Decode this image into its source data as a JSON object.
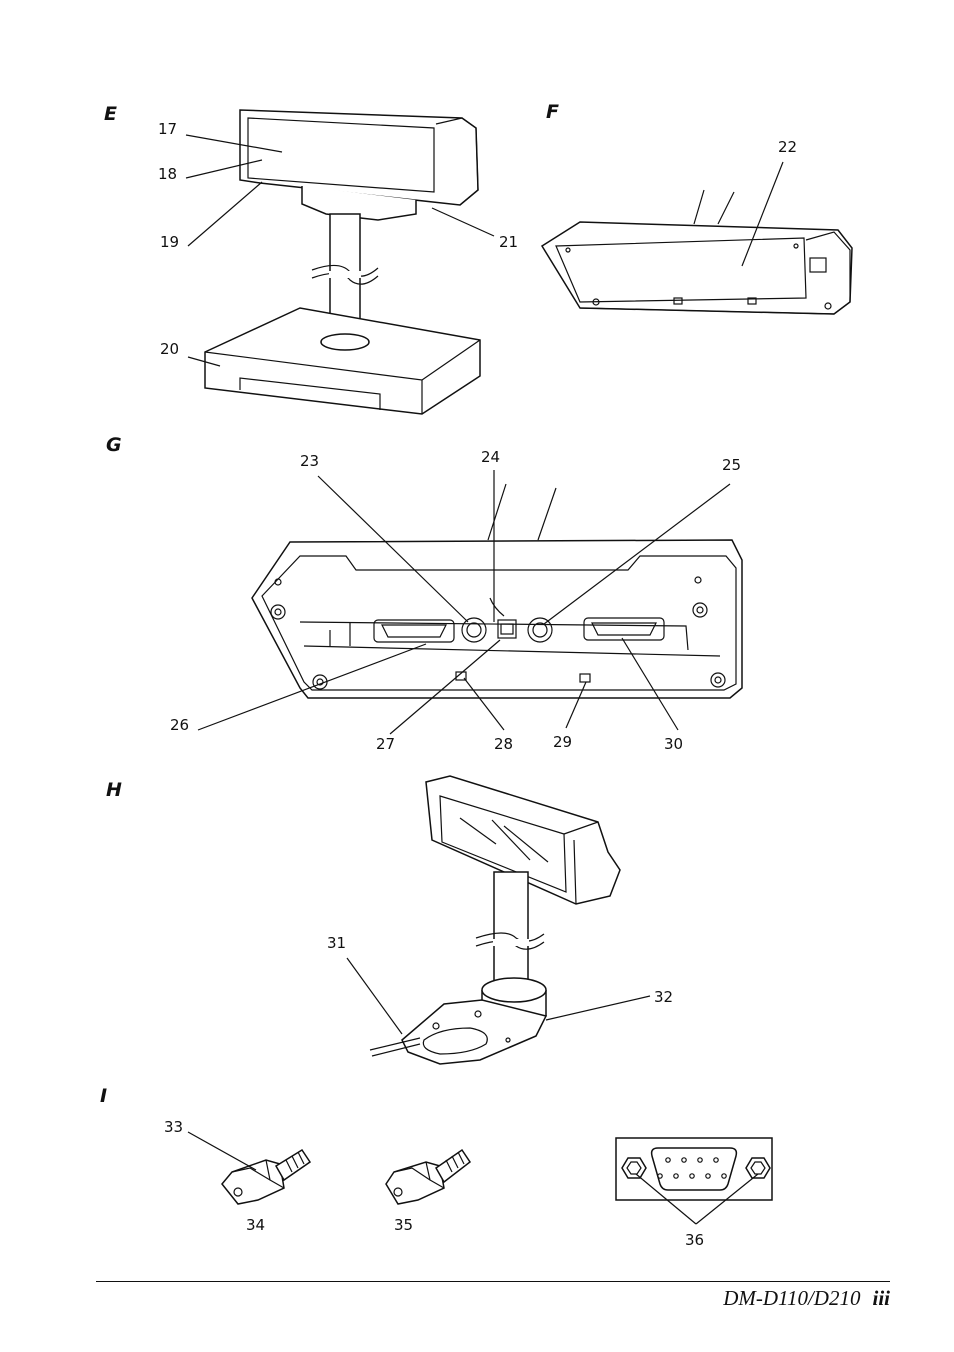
{
  "sections": {
    "E": "E",
    "F": "F",
    "G": "G",
    "H": "H",
    "I": "I"
  },
  "callouts": {
    "c17": "17",
    "c18": "18",
    "c19": "19",
    "c20": "20",
    "c21": "21",
    "c22": "22",
    "c23": "23",
    "c24": "24",
    "c25": "25",
    "c26": "26",
    "c27": "27",
    "c28": "28",
    "c29": "29",
    "c30": "30",
    "c31": "31",
    "c32": "32",
    "c33": "33",
    "c34": "34",
    "c35": "35",
    "c36": "36"
  },
  "footer": {
    "model": "DM-D110/D210",
    "page": "iii"
  }
}
